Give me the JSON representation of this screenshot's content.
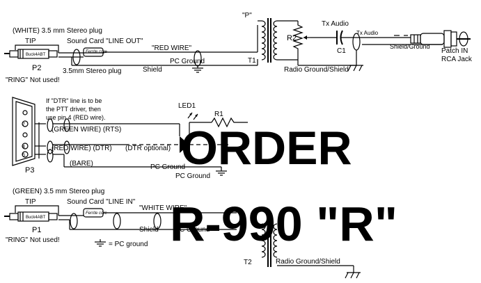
{
  "labels": {
    "white_plug": "(WHITE) 3.5 mm Stereo plug",
    "tip_top": "TIP",
    "sound_card_out": "Sound Card \"LINE OUT\"",
    "ferrite_top": "Ferrite core",
    "red_wire_top": "\"RED WIRE\"",
    "p_mark": "\"P\"",
    "r2": "R2",
    "tx_audio": "Tx Audio",
    "tx_audio_small": "Tx Audio",
    "c1": "C1",
    "shield_ground_top": "Shield/Ground",
    "patch_in": "Patch IN",
    "rca_jack": "RCA Jack",
    "p2": "P2",
    "plug_body_top": "Buck4ABT",
    "stereo_plug_top": "3.5mm Stereo plug",
    "pc_ground_top": "PC Ground",
    "shield_top": "Shield",
    "t1": "T1",
    "radio_ground_top": "Radio Ground/Shield",
    "ring_not_used_top": "\"RING\" Not used!",
    "dtr_note_1": "If \"DTR\" line is to be",
    "dtr_note_2": "the PTT driver, then",
    "dtr_note_3": "use pin 4 (RED wire).",
    "led1": "LED1",
    "r1": "R1",
    "green_wire_rts": "(GREEN WIRE) (RTS)",
    "red_wire_dtr": "(RED WIRE) (DTR)",
    "dtr_optional": "(DTR optional)",
    "bare": "(BARE)",
    "pc_ground_mid": "PC Ground",
    "pc_ground_mid2": "PC Ground",
    "p3": "P3",
    "pin7": "7",
    "pin5": "5",
    "pin4": "4",
    "green_plug": "(GREEN) 3.5 mm Stereo plug",
    "tip_bottom": "TIP",
    "sound_card_in": "Sound Card \"LINE IN\"",
    "ferrite_bottom": "Ferrite core",
    "white_wire": "\"WHITE WIRE\"",
    "p1": "P1",
    "plug_body_bottom": "Buck4ABT",
    "shield_bottom": "Shield",
    "pc_ground_bottom": "C Ground",
    "ring_not_used_bottom": "\"RING\" Not used!",
    "pc_ground_legend": "= PC ground",
    "t2": "T2",
    "radio_ground_bottom": "Radio Ground/Shield"
  },
  "overlay": {
    "line1": "ORDER",
    "line2": "R-990 \"R\""
  }
}
